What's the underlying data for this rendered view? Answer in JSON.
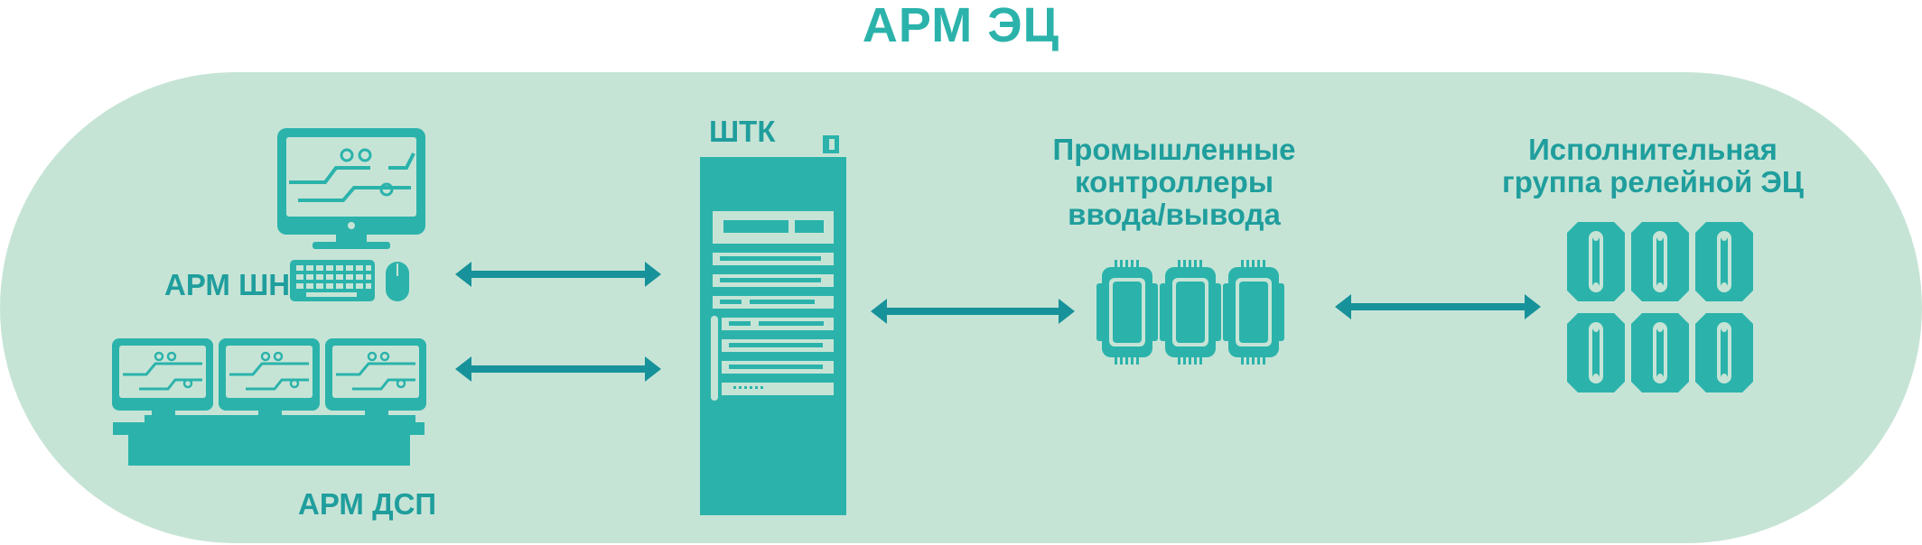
{
  "title": "АРМ ЭЦ",
  "nodes": {
    "arm_shn": "АРМ ШН",
    "arm_dsp": "АРМ ДСП",
    "shtk": "ШТК",
    "controllers": [
      "Промышленные",
      "контроллеры",
      "ввода/вывода"
    ],
    "relay_group": [
      "Исполнительная",
      "группа релейной ЭЦ"
    ]
  },
  "colors": {
    "background_band": "#c6e4d6",
    "accent": "#2bb3ab",
    "arrow": "#17929a",
    "text": "#1f9e9d"
  },
  "icons": [
    "workstation-monitor-icon",
    "keyboard-icon",
    "mouse-icon",
    "multi-monitor-desk-icon",
    "server-rack-icon",
    "io-controller-module-icon",
    "relay-icon",
    "bidirectional-arrow-icon"
  ]
}
